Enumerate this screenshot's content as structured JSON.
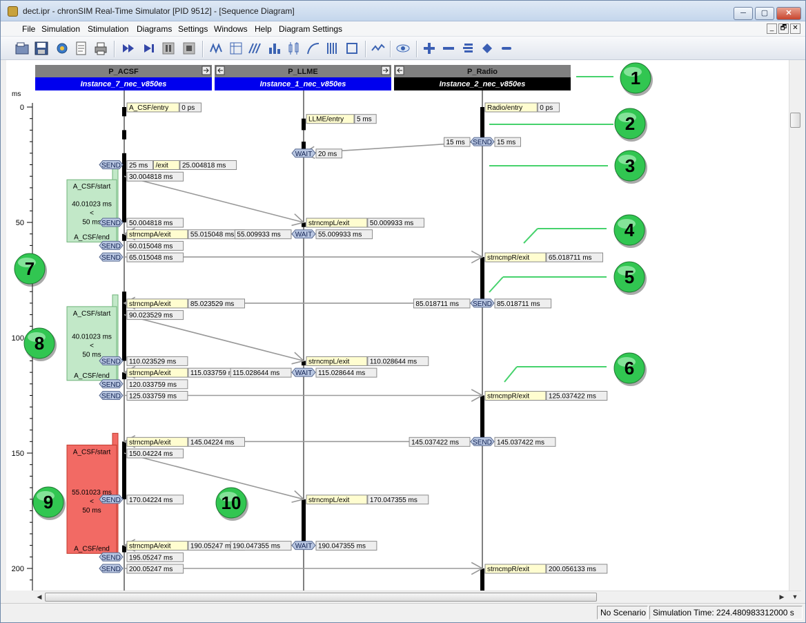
{
  "window": {
    "title": "dect.ipr - chronSIM Real-Time Simulator [PID 9512] - [Sequence Diagram]",
    "minimize_label": "─",
    "maximize_label": "▢",
    "close_label": "✕"
  },
  "menu": {
    "items": [
      "File",
      "Simulation",
      "Stimulation",
      "Diagrams",
      "Settings",
      "Windows",
      "Help",
      "Diagram Settings"
    ],
    "mdi_buttons": [
      "_",
      "🗗",
      "✕"
    ]
  },
  "toolbar": {
    "buttons": [
      "open-project",
      "save-project",
      "settings",
      "report",
      "print",
      "run",
      "step",
      "pause",
      "stop",
      "chart-1",
      "chart-2",
      "chart-3",
      "chart-4",
      "chart-5",
      "chart-6",
      "chart-7",
      "chart-8",
      "chart-9",
      "view",
      "zoom-in",
      "zoom-out",
      "zoom-fit",
      "expand",
      "collapse"
    ]
  },
  "axis": {
    "unit": "ms",
    "ticks": [
      {
        "v": 0,
        "label": "0"
      },
      {
        "v": 50,
        "label": "50"
      },
      {
        "v": 100,
        "label": "100"
      },
      {
        "v": 150,
        "label": "150"
      },
      {
        "v": 200,
        "label": "200"
      }
    ],
    "range": [
      0,
      210
    ]
  },
  "lanes": [
    {
      "id": "acsf",
      "name": "P_ACSF",
      "instance": "Instance_7_nec_v850es",
      "band_color": "#0000ee",
      "header_color": "#808080",
      "left_arrow": false,
      "right_arrow": true
    },
    {
      "id": "llme",
      "name": "P_LLME",
      "instance": "Instance_1_nec_v850es",
      "band_color": "#0000ee",
      "header_color": "#808080",
      "left_arrow": true,
      "right_arrow": true
    },
    {
      "id": "radio",
      "name": "P_Radio",
      "instance": "Instance_2_nec_v850es",
      "band_color": "#000000",
      "header_color": "#808080",
      "left_arrow": true,
      "right_arrow": false
    }
  ],
  "activations": [
    {
      "lane": "acsf",
      "t0": 0,
      "t1": 4
    },
    {
      "lane": "acsf",
      "t0": 10,
      "t1": 14
    },
    {
      "lane": "acsf",
      "t0": 20,
      "t1": 50
    },
    {
      "lane": "acsf",
      "t0": 55,
      "t1": 58
    },
    {
      "lane": "acsf",
      "t0": 80,
      "t1": 110
    },
    {
      "lane": "acsf",
      "t0": 115,
      "t1": 118
    },
    {
      "lane": "acsf",
      "t0": 145,
      "t1": 170
    },
    {
      "lane": "acsf",
      "t0": 190,
      "t1": 193
    },
    {
      "lane": "llme",
      "t0": 5,
      "t1": 10
    },
    {
      "lane": "llme",
      "t0": 15,
      "t1": 20
    },
    {
      "lane": "llme",
      "t0": 50,
      "t1": 52
    },
    {
      "lane": "llme",
      "t0": 110,
      "t1": 112
    },
    {
      "lane": "llme",
      "t0": 170,
      "t1": 190
    },
    {
      "lane": "radio",
      "t0": 0,
      "t1": 15
    },
    {
      "lane": "radio",
      "t0": 65,
      "t1": 85
    },
    {
      "lane": "radio",
      "t0": 125,
      "t1": 145
    },
    {
      "lane": "radio",
      "t0": 200,
      "t1": 210
    }
  ],
  "messages": [
    {
      "from": "radio",
      "from_t": 15,
      "to": "llme",
      "to_t": 20
    },
    {
      "from": "acsf",
      "from_t": 30,
      "to": "llme",
      "to_t": 50
    },
    {
      "from": "llme",
      "from_t": 55,
      "to": "acsf",
      "to_t": 55
    },
    {
      "from": "acsf",
      "from_t": 65,
      "to": "radio",
      "to_t": 65
    },
    {
      "from": "radio",
      "from_t": 85,
      "to": "acsf",
      "to_t": 85
    },
    {
      "from": "acsf",
      "from_t": 90,
      "to": "llme",
      "to_t": 110
    },
    {
      "from": "llme",
      "from_t": 115,
      "to": "acsf",
      "to_t": 115
    },
    {
      "from": "acsf",
      "from_t": 125,
      "to": "radio",
      "to_t": 125
    },
    {
      "from": "radio",
      "from_t": 145,
      "to": "acsf",
      "to_t": 145
    },
    {
      "from": "acsf",
      "from_t": 150,
      "to": "llme",
      "to_t": 170
    },
    {
      "from": "llme",
      "from_t": 190,
      "to": "acsf",
      "to_t": 190
    },
    {
      "from": "acsf",
      "from_t": 200,
      "to": "radio",
      "to_t": 200
    }
  ],
  "events": [
    {
      "lane": "acsf",
      "t": 0,
      "side": "r",
      "text": "A_CSF/entry",
      "kind": "state"
    },
    {
      "lane": "acsf",
      "t": 0,
      "side": "r2",
      "text": "0 ps",
      "kind": "time"
    },
    {
      "lane": "llme",
      "t": 5,
      "side": "r",
      "text": "LLME/entry",
      "kind": "state"
    },
    {
      "lane": "llme",
      "t": 5,
      "side": "r2",
      "text": "5 ms",
      "kind": "time"
    },
    {
      "lane": "radio",
      "t": 0,
      "side": "r",
      "text": "Radio/entry",
      "kind": "state"
    },
    {
      "lane": "radio",
      "t": 0,
      "side": "r2",
      "text": "0 ps",
      "kind": "time"
    },
    {
      "lane": "llme",
      "t": 20,
      "side": "c",
      "text": "WAIT",
      "kind": "op"
    },
    {
      "lane": "llme",
      "t": 20,
      "side": "r",
      "text": "20 ms",
      "kind": "time"
    },
    {
      "lane": "radio",
      "t": 15,
      "side": "c",
      "text": "SEND",
      "kind": "op"
    },
    {
      "lane": "radio",
      "t": 15,
      "side": "l",
      "text": "15 ms",
      "kind": "time"
    },
    {
      "lane": "radio",
      "t": 15,
      "side": "r",
      "text": "15 ms",
      "kind": "time"
    },
    {
      "lane": "acsf",
      "t": 25,
      "side": "l",
      "text": "SEND",
      "kind": "op"
    },
    {
      "lane": "acsf",
      "t": 25,
      "side": "r",
      "text": "25 ms",
      "kind": "time"
    },
    {
      "lane": "acsf",
      "t": 25,
      "side": "r3",
      "text": "/exit",
      "kind": "state"
    },
    {
      "lane": "acsf",
      "t": 25,
      "side": "r4",
      "text": "25.004818 ms",
      "kind": "time"
    },
    {
      "lane": "acsf",
      "t": 30,
      "side": "r",
      "text": "30.004818 ms",
      "kind": "time"
    },
    {
      "lane": "acsf",
      "t": 50,
      "side": "l",
      "text": "SEND",
      "kind": "op"
    },
    {
      "lane": "acsf",
      "t": 50,
      "side": "r",
      "text": "50.004818 ms",
      "kind": "time"
    },
    {
      "lane": "llme",
      "t": 50,
      "side": "r",
      "text": "strncmpL/exit",
      "kind": "state"
    },
    {
      "lane": "llme",
      "t": 50,
      "side": "r2",
      "text": "50.009933 ms",
      "kind": "time"
    },
    {
      "lane": "acsf",
      "t": 55,
      "side": "r",
      "text": "strncmpA/exit",
      "kind": "state"
    },
    {
      "lane": "acsf",
      "t": 55,
      "side": "r2",
      "text": "55.015048 ms",
      "kind": "time"
    },
    {
      "lane": "llme",
      "t": 55,
      "side": "c",
      "text": "WAIT",
      "kind": "op"
    },
    {
      "lane": "llme",
      "t": 55,
      "side": "l",
      "text": "55.009933 ms",
      "kind": "time"
    },
    {
      "lane": "llme",
      "t": 55,
      "side": "r",
      "text": "55.009933 ms",
      "kind": "time"
    },
    {
      "lane": "acsf",
      "t": 60,
      "side": "l",
      "text": "SEND",
      "kind": "op"
    },
    {
      "lane": "acsf",
      "t": 60,
      "side": "r",
      "text": "60.015048 ms",
      "kind": "time"
    },
    {
      "lane": "acsf",
      "t": 65,
      "side": "l",
      "text": "SEND",
      "kind": "op"
    },
    {
      "lane": "acsf",
      "t": 65,
      "side": "r",
      "text": "65.015048 ms",
      "kind": "time"
    },
    {
      "lane": "radio",
      "t": 65,
      "side": "r",
      "text": "strncmpR/exit",
      "kind": "state"
    },
    {
      "lane": "radio",
      "t": 65,
      "side": "r2",
      "text": "65.018711 ms",
      "kind": "time"
    },
    {
      "lane": "acsf",
      "t": 85,
      "side": "r",
      "text": "strncmpA/exit",
      "kind": "state"
    },
    {
      "lane": "acsf",
      "t": 85,
      "side": "r2",
      "text": "85.023529 ms",
      "kind": "time"
    },
    {
      "lane": "radio",
      "t": 85,
      "side": "c",
      "text": "SEND",
      "kind": "op"
    },
    {
      "lane": "radio",
      "t": 85,
      "side": "l",
      "text": "85.018711 ms",
      "kind": "time"
    },
    {
      "lane": "radio",
      "t": 85,
      "side": "r",
      "text": "85.018711 ms",
      "kind": "time"
    },
    {
      "lane": "acsf",
      "t": 90,
      "side": "r",
      "text": "90.023529 ms",
      "kind": "time"
    },
    {
      "lane": "acsf",
      "t": 110,
      "side": "l",
      "text": "SEND",
      "kind": "op"
    },
    {
      "lane": "acsf",
      "t": 110,
      "side": "r",
      "text": "110.023529 ms",
      "kind": "time"
    },
    {
      "lane": "llme",
      "t": 110,
      "side": "r",
      "text": "strncmpL/exit",
      "kind": "state"
    },
    {
      "lane": "llme",
      "t": 110,
      "side": "r2",
      "text": "110.028644 ms",
      "kind": "time"
    },
    {
      "lane": "acsf",
      "t": 115,
      "side": "r",
      "text": "strncmpA/exit",
      "kind": "state"
    },
    {
      "lane": "acsf",
      "t": 115,
      "side": "r2",
      "text": "115.033759 ms",
      "kind": "time"
    },
    {
      "lane": "llme",
      "t": 115,
      "side": "c",
      "text": "WAIT",
      "kind": "op"
    },
    {
      "lane": "llme",
      "t": 115,
      "side": "l",
      "text": "115.028644 ms",
      "kind": "time"
    },
    {
      "lane": "llme",
      "t": 115,
      "side": "r",
      "text": "115.028644 ms",
      "kind": "time"
    },
    {
      "lane": "acsf",
      "t": 120,
      "side": "l",
      "text": "SEND",
      "kind": "op"
    },
    {
      "lane": "acsf",
      "t": 120,
      "side": "r",
      "text": "120.033759 ms",
      "kind": "time"
    },
    {
      "lane": "acsf",
      "t": 125,
      "side": "l",
      "text": "SEND",
      "kind": "op"
    },
    {
      "lane": "acsf",
      "t": 125,
      "side": "r",
      "text": "125.033759 ms",
      "kind": "time"
    },
    {
      "lane": "radio",
      "t": 125,
      "side": "r",
      "text": "strncmpR/exit",
      "kind": "state"
    },
    {
      "lane": "radio",
      "t": 125,
      "side": "r2",
      "text": "125.037422 ms",
      "kind": "time"
    },
    {
      "lane": "acsf",
      "t": 145,
      "side": "r",
      "text": "strncmpA/exit",
      "kind": "state"
    },
    {
      "lane": "acsf",
      "t": 145,
      "side": "r2",
      "text": "145.04224 ms",
      "kind": "time"
    },
    {
      "lane": "radio",
      "t": 145,
      "side": "c",
      "text": "SEND",
      "kind": "op"
    },
    {
      "lane": "radio",
      "t": 145,
      "side": "l",
      "text": "145.037422 ms",
      "kind": "time"
    },
    {
      "lane": "radio",
      "t": 145,
      "side": "r",
      "text": "145.037422 ms",
      "kind": "time"
    },
    {
      "lane": "acsf",
      "t": 150,
      "side": "r",
      "text": "150.04224 ms",
      "kind": "time"
    },
    {
      "lane": "acsf",
      "t": 170,
      "side": "l",
      "text": "SEND",
      "kind": "op"
    },
    {
      "lane": "acsf",
      "t": 170,
      "side": "r",
      "text": "170.04224 ms",
      "kind": "time"
    },
    {
      "lane": "llme",
      "t": 170,
      "side": "r",
      "text": "strncmpL/exit",
      "kind": "state"
    },
    {
      "lane": "llme",
      "t": 170,
      "side": "r2",
      "text": "170.047355 ms",
      "kind": "time"
    },
    {
      "lane": "acsf",
      "t": 190,
      "side": "r",
      "text": "strncmpA/exit",
      "kind": "state"
    },
    {
      "lane": "acsf",
      "t": 190,
      "side": "r2",
      "text": "190.05247 ms",
      "kind": "time"
    },
    {
      "lane": "llme",
      "t": 190,
      "side": "c",
      "text": "WAIT",
      "kind": "op"
    },
    {
      "lane": "llme",
      "t": 190,
      "side": "l",
      "text": "190.047355 ms",
      "kind": "time"
    },
    {
      "lane": "llme",
      "t": 190,
      "side": "r",
      "text": "190.047355 ms",
      "kind": "time"
    },
    {
      "lane": "acsf",
      "t": 195,
      "side": "l",
      "text": "SEND",
      "kind": "op"
    },
    {
      "lane": "acsf",
      "t": 195,
      "side": "r",
      "text": "195.05247 ms",
      "kind": "time"
    },
    {
      "lane": "acsf",
      "t": 200,
      "side": "l",
      "text": "SEND",
      "kind": "op"
    },
    {
      "lane": "acsf",
      "t": 200,
      "side": "r",
      "text": "200.05247 ms",
      "kind": "time"
    },
    {
      "lane": "radio",
      "t": 200,
      "side": "r",
      "text": "strncmpR/exit",
      "kind": "state"
    },
    {
      "lane": "radio",
      "t": 200,
      "side": "r2",
      "text": "200.056133 ms",
      "kind": "time"
    }
  ],
  "deadlines": [
    {
      "t0": 30,
      "t1": 60,
      "start": "A_CSF/start",
      "measured": "40.01023 ms",
      "cmp": "<",
      "limit": "50 ms",
      "end": "A_CSF/end",
      "color": "#c2e8c8",
      "ok": true
    },
    {
      "t0": 85,
      "t1": 120,
      "start": "A_CSF/start",
      "measured": "40.01023 ms",
      "cmp": "<",
      "limit": "50 ms",
      "end": "A_CSF/end",
      "color": "#c2e8c8",
      "ok": true
    },
    {
      "t0": 145,
      "t1": 195,
      "start": "A_CSF/start",
      "measured": "55.01023 ms",
      "cmp": "<",
      "limit": "50 ms",
      "end": "A_CSF/end",
      "color": "#f26a64",
      "ok": false
    }
  ],
  "callouts": [
    "1",
    "2",
    "3",
    "4",
    "5",
    "6",
    "7",
    "8",
    "9",
    "10"
  ],
  "status": {
    "scenario": "No Scenario",
    "sim_time": "Simulation Time: 224.480983312000 s"
  }
}
